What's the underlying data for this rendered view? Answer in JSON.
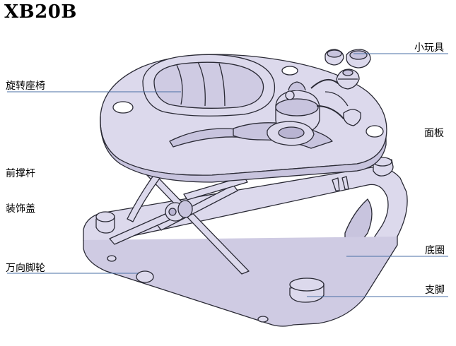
{
  "title": "XB20B",
  "labels": {
    "toy": "小玩具",
    "swivel_seat": "旋转座椅",
    "tray": "面板",
    "front_strut": "前撑杆",
    "decor_cap": "装饰盖",
    "base_ring": "底圈",
    "caster": "万向脚轮",
    "foot": "支脚"
  },
  "colors": {
    "fill": "#dcd9ec",
    "fill_dark": "#b9b4d2",
    "stroke": "#2a2a35",
    "leader": "#4a6fa5"
  }
}
